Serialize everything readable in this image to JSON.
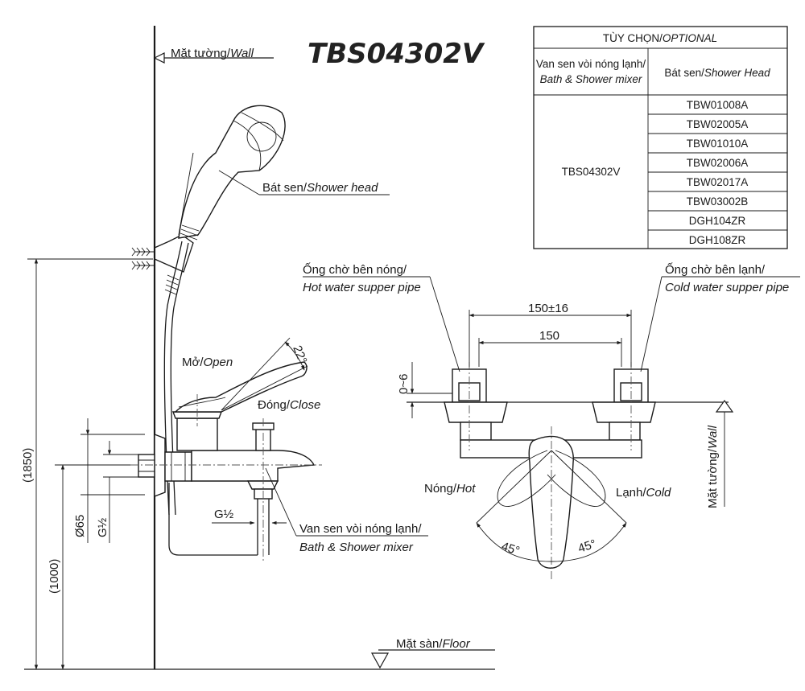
{
  "model_title": "TBS04302V",
  "labels": {
    "wall_top_vi": "Mặt tường/",
    "wall_top_en": "Wall",
    "shower_head_vi": "Bát sen/",
    "shower_head_en": "Shower head",
    "open_vi": "Mở/",
    "open_en": "Open",
    "close_vi": "Đóng/",
    "close_en": "Close",
    "mixer_vi": "Van sen vòi nóng lạnh/",
    "mixer_en": "Bath & Shower mixer",
    "floor_vi": "Mặt sàn/",
    "floor_en": "Floor",
    "hot_pipe_vi": "Ống chờ bên nóng/",
    "hot_pipe_en": "Hot water supper pipe",
    "cold_pipe_vi": "Ống chờ bên lạnh/",
    "cold_pipe_en": "Cold water supper pipe",
    "hot_vi": "Nóng/",
    "hot_en": "Hot",
    "cold_vi": "Lạnh/",
    "cold_en": "Cold",
    "wall_right_vi": "Mặt tường/",
    "wall_right_en": "Wall"
  },
  "dimensions": {
    "height_total": "(1850)",
    "height_mixer": "(1000)",
    "diameter": "Ø65",
    "thread_left": "G½",
    "thread_bottom": "G½",
    "handle_angle": "22°",
    "spacing_range": "150±16",
    "spacing": "150",
    "wall_gap": "0~6",
    "angle_left": "45°",
    "angle_right": "45°"
  },
  "options_table": {
    "title_vi": "TÙY CHỌN/",
    "title_en": "OPTIONAL",
    "col1_header_vi": "Van sen vòi nóng lạnh/",
    "col1_header_en": "Bath & Shower mixer",
    "col2_header_vi": "Bát sen/",
    "col2_header_en": "Shower Head",
    "mixer_model": "TBS04302V",
    "shower_heads": [
      "TBW01008A",
      "TBW02005A",
      "TBW01010A",
      "TBW02006A",
      "TBW02017A",
      "TBW03002B",
      "DGH104ZR",
      "DGH108ZR"
    ]
  }
}
